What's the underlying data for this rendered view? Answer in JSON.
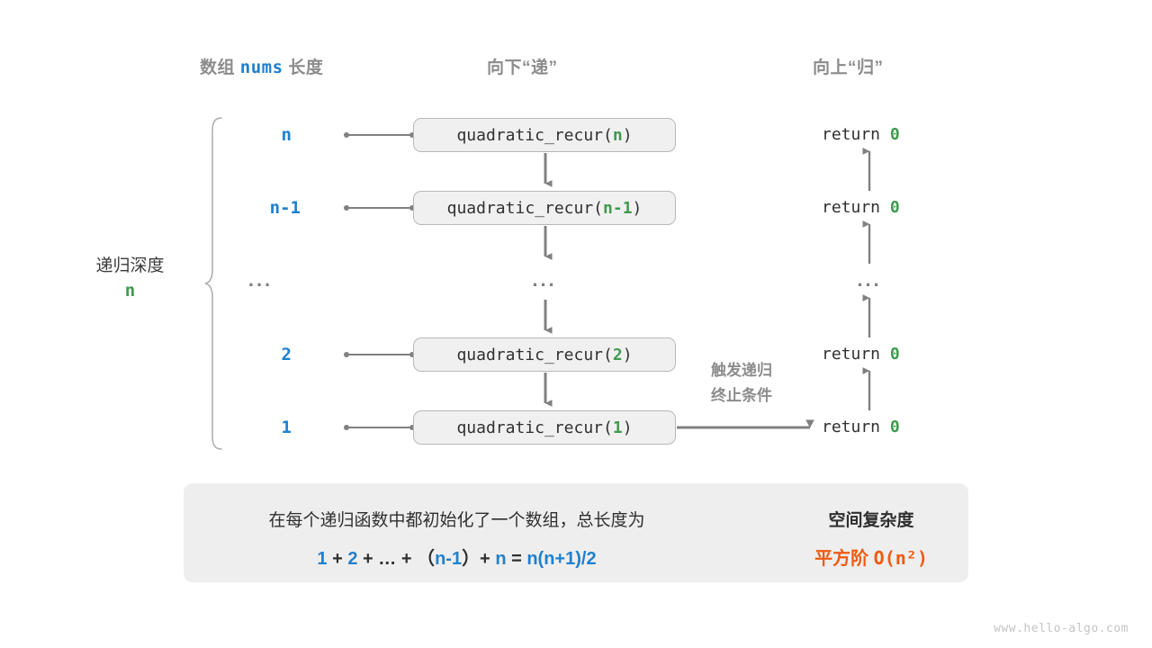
{
  "headers": {
    "left": {
      "prefix": "数组 ",
      "mono": "nums",
      "suffix": " 长度"
    },
    "middle": "向下“递”",
    "right": "向上“归”"
  },
  "depth": {
    "label": "递归深度",
    "value": "n"
  },
  "rows": [
    {
      "length": "n",
      "call_prefix": "quadratic_recur(",
      "call_arg": "n",
      "call_suffix": ")",
      "return_text": "return ",
      "return_value": "0"
    },
    {
      "length": "n-1",
      "call_prefix": "quadratic_recur(",
      "call_arg": "n-1",
      "call_suffix": ")",
      "return_text": "return ",
      "return_value": "0"
    },
    {
      "length": "...",
      "call_prefix": "",
      "call_arg": "",
      "call_suffix": "",
      "return_text": "...",
      "return_value": ""
    },
    {
      "length": "2",
      "call_prefix": "quadratic_recur(",
      "call_arg": "2",
      "call_suffix": ")",
      "return_text": "return ",
      "return_value": "0"
    },
    {
      "length": "1",
      "call_prefix": "quadratic_recur(",
      "call_arg": "1",
      "call_suffix": ")",
      "return_text": "return ",
      "return_value": "0"
    }
  ],
  "trigger_note": {
    "line1": "触发递归",
    "line2": "终止条件"
  },
  "panel": {
    "description": "在每个递归函数中都初始化了一个数组，总长度为",
    "formula": {
      "t1": "1",
      "op1": " + ",
      "t2": "2",
      "op2": " + … + （",
      "t3": "n-1",
      "op3": "）+ ",
      "t4": "n",
      "op4": " = ",
      "t5": "n(n+1)/2"
    },
    "right_title": "空间复杂度",
    "right_value_cn": "平方阶 ",
    "right_value_mono": "O(n²)"
  },
  "watermark": "www.hello-algo.com",
  "colors": {
    "blue": "#1f80cf",
    "green": "#3f9a4e",
    "orange": "#ef5a10",
    "gray_text": "#8c8c8c",
    "box_fill": "#f0f0f0",
    "box_border": "#b8b8b8",
    "panel_fill": "#eeeeee",
    "arrow": "#808080"
  }
}
